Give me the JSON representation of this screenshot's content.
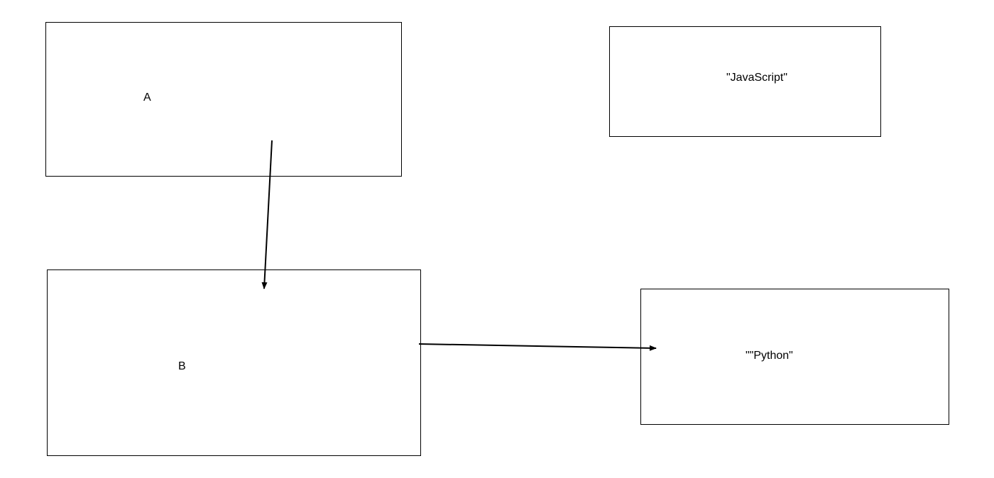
{
  "nodes": {
    "a": {
      "label": "A"
    },
    "b": {
      "label": "B"
    },
    "javascript": {
      "label": "\"JavaScript\""
    },
    "python": {
      "label": "\"\"Python\""
    }
  },
  "edges": [
    {
      "from": "A",
      "to": "B"
    },
    {
      "from": "B",
      "to": "\"\"Python\""
    }
  ],
  "colors": {
    "stroke": "#000000",
    "background": "#ffffff"
  }
}
